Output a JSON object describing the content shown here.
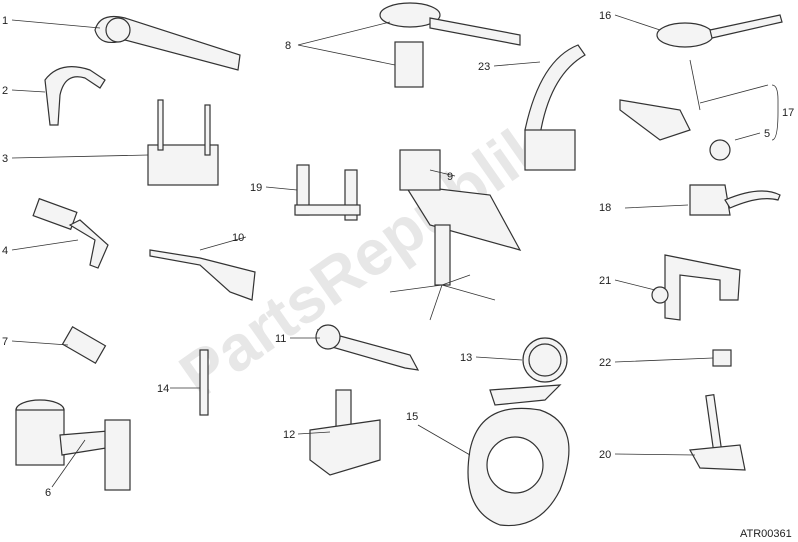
{
  "diagram": {
    "labels": {
      "l1": "1",
      "l2": "2",
      "l3": "3",
      "l4": "4",
      "l5": "5",
      "l6": "6",
      "l7": "7",
      "l8": "8",
      "l9": "9",
      "l10": "10",
      "l11": "11",
      "l12": "12",
      "l13": "13",
      "l14": "14",
      "l15": "15",
      "l16": "16",
      "l17": "17",
      "l18": "18",
      "l19": "19",
      "l20": "20",
      "l21": "21",
      "l22": "22",
      "l23": "23"
    },
    "code": "ATR00361",
    "watermark": "PartsRepublik"
  }
}
